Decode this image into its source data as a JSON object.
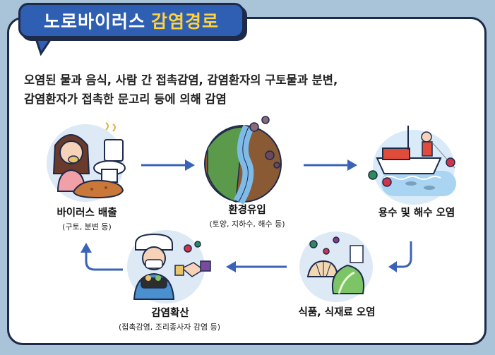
{
  "title": {
    "part1": "노로바이러스",
    "part2": "감염경로"
  },
  "description": {
    "line1": "오염된 물과 음식, 사람 간 접촉감염, 감염환자의 구토물과 분변,",
    "line2": "감염환자가 접촉한 문고리 등에 의해 감염"
  },
  "steps": [
    {
      "label": "바이러스 배출",
      "sub": "(구토, 분변 등)"
    },
    {
      "label": "환경유입",
      "sub": "(토양, 지하수, 해수 등)"
    },
    {
      "label": "용수 및 해수 오염",
      "sub": ""
    },
    {
      "label": "식품, 식재료 오염",
      "sub": ""
    },
    {
      "label": "감염확산",
      "sub": "(접촉감염, 조리종사자 감염 등)"
    }
  ],
  "colors": {
    "title_bg": "#2f5fb3",
    "title_highlight": "#ffd23f",
    "arrow": "#3a63b8",
    "outline": "#1e2a4a",
    "page_bg": "#a9c4d8"
  }
}
